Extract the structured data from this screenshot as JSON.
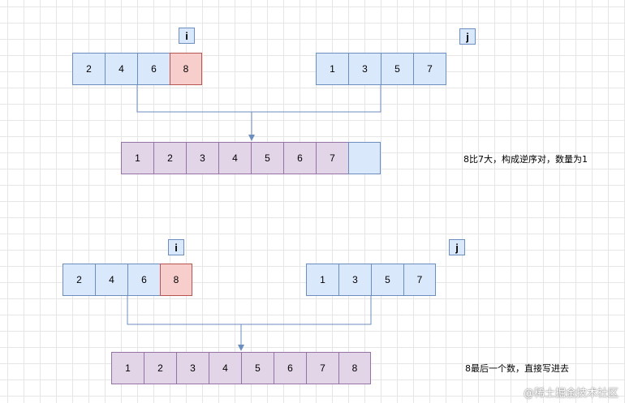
{
  "diagram1": {
    "pointer_i": "i",
    "pointer_j": "j",
    "left": [
      "2",
      "4",
      "6",
      "8"
    ],
    "right": [
      "1",
      "3",
      "5",
      "7"
    ],
    "merged": [
      "1",
      "2",
      "3",
      "4",
      "5",
      "6",
      "7",
      ""
    ],
    "note": "8比7大，构成逆序对，数量为1"
  },
  "diagram2": {
    "pointer_i": "i",
    "pointer_j": "j",
    "left": [
      "2",
      "4",
      "6",
      "8"
    ],
    "right": [
      "1",
      "3",
      "5",
      "7"
    ],
    "merged": [
      "1",
      "2",
      "3",
      "4",
      "5",
      "6",
      "7",
      "8"
    ],
    "note": "8最后一个数，直接写进去"
  },
  "watermark": "@稀土掘金技术社区",
  "colors": {
    "cell_blue": "#dae8fc",
    "cell_red": "#f8cecc",
    "cell_purple": "#e1d5e7",
    "connector": "#6c8ebf"
  }
}
